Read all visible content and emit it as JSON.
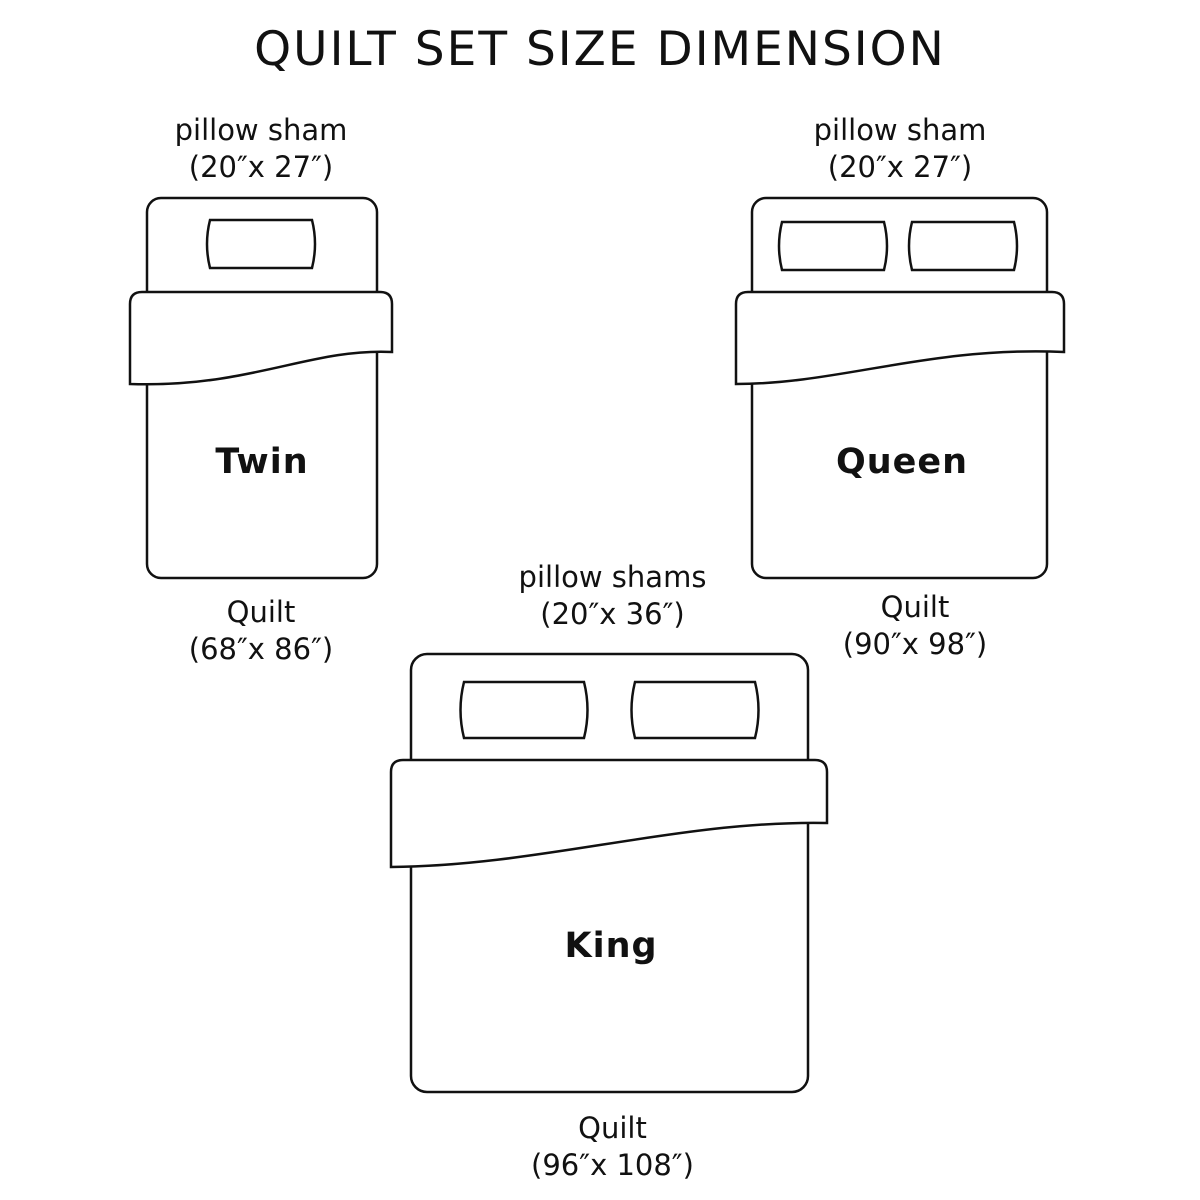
{
  "title": "QUILT SET SIZE DIMENSION",
  "beds": {
    "twin": {
      "name": "Twin",
      "sham_label": "pillow sham",
      "sham_size": "(20″x 27″)",
      "quilt_label": "Quilt",
      "quilt_size": "(68″x 86″)"
    },
    "queen": {
      "name": "Queen",
      "sham_label": "pillow sham",
      "sham_size": "(20″x 27″)",
      "quilt_label": "Quilt",
      "quilt_size": "(90″x 98″)"
    },
    "king": {
      "name": "King",
      "sham_label": "pillow shams",
      "sham_size": "(20″x 36″)",
      "quilt_label": "Quilt",
      "quilt_size": "(96″x 108″)"
    }
  },
  "colors": {
    "line": "#111111",
    "background": "#ffffff"
  }
}
